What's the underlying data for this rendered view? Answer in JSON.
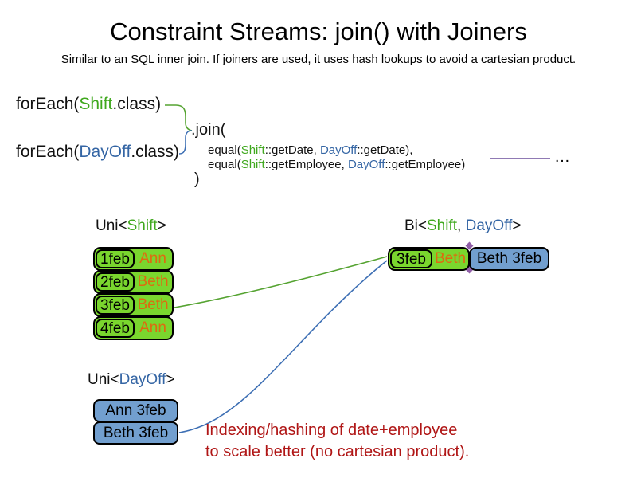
{
  "title": "Constraint Streams: join() with Joiners",
  "subtitle": "Similar to an SQL inner join. If joiners are used, it uses hash lookups to avoid a cartesian product.",
  "code": {
    "foreach_shift": {
      "prefix": "forEach(",
      "class_name": "Shift",
      "suffix": ".class)"
    },
    "foreach_dayoff": {
      "prefix": "forEach(",
      "class_name": "DayOff",
      "suffix": ".class)"
    },
    "join_open": ".join(",
    "join_close": ")",
    "joiner_date": {
      "prefix": "equal(",
      "left_class": "Shift",
      "left_rest": "::getDate, ",
      "right_class": "DayOff",
      "right_rest": "::getDate),"
    },
    "joiner_employee": {
      "prefix": "equal(",
      "left_class": "Shift",
      "left_rest": "::getEmployee, ",
      "right_class": "DayOff",
      "right_rest": "::getEmployee)"
    },
    "ellipsis": "…"
  },
  "labels": {
    "uni_shift": {
      "prefix": "Uni<",
      "type": "Shift",
      "suffix": ">"
    },
    "bi": {
      "prefix": "Bi<",
      "type1": "Shift",
      "separator": ", ",
      "type2": "DayOff",
      "suffix": ">"
    },
    "uni_dayoff": {
      "prefix": "Uni<",
      "type": "DayOff",
      "suffix": ">"
    }
  },
  "uni_shift_rows": [
    {
      "date": "1feb",
      "employee": "Ann"
    },
    {
      "date": "2feb",
      "employee": "Beth"
    },
    {
      "date": "3feb",
      "employee": "Beth"
    },
    {
      "date": "4feb",
      "employee": "Ann"
    }
  ],
  "bi_row": {
    "shift_date": "3feb",
    "shift_employee": "Beth",
    "dayoff": "Beth 3feb"
  },
  "uni_dayoff_rows": [
    {
      "label": "Ann 3feb"
    },
    {
      "label": "Beth 3feb"
    }
  ],
  "annotation": {
    "line1": "Indexing/hashing of date+employee",
    "line2": "to scale better (no cartesian product)."
  },
  "colors": {
    "shift_green_text": "#3FA81D",
    "dayoff_blue_text": "#3465A4",
    "box_green_fill": "#7AD62E",
    "box_blue_fill": "#729FCF",
    "employee_orange_text": "#DE6A10",
    "annotation_red": "#B01616",
    "joiner_purple": "#6B4E9B",
    "match_line_green": "#55A331",
    "match_line_blue": "#3D6FB4"
  }
}
